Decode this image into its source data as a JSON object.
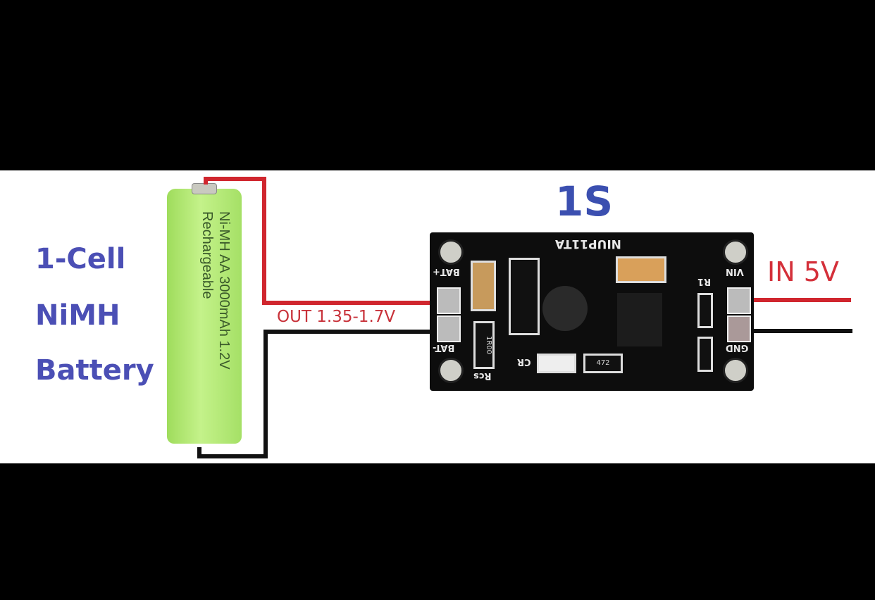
{
  "labels": {
    "line1": "1-Cell",
    "line2": "NiMH",
    "line3": "Battery"
  },
  "battery": {
    "line1": "Ni-MH AA 3000mAh 1.2V",
    "line2": "Rechargeable"
  },
  "title": "1S",
  "output_label": "OUT 1.35-1.7V",
  "input_label": "IN 5V",
  "pcb": {
    "model": "NIUP11TA",
    "bat_plus": "BAT+",
    "bat_minus": "BAT-",
    "vin": "VIN",
    "gnd": "GND",
    "rcs": "Rcs",
    "r1": "R1",
    "cr": "CR",
    "rcs_value": "1R00",
    "r_value": "472"
  },
  "colors": {
    "label": "#4b4fb5",
    "wire_red": "#d0262e",
    "wire_black": "#111111",
    "battery": "#b5ec78"
  }
}
